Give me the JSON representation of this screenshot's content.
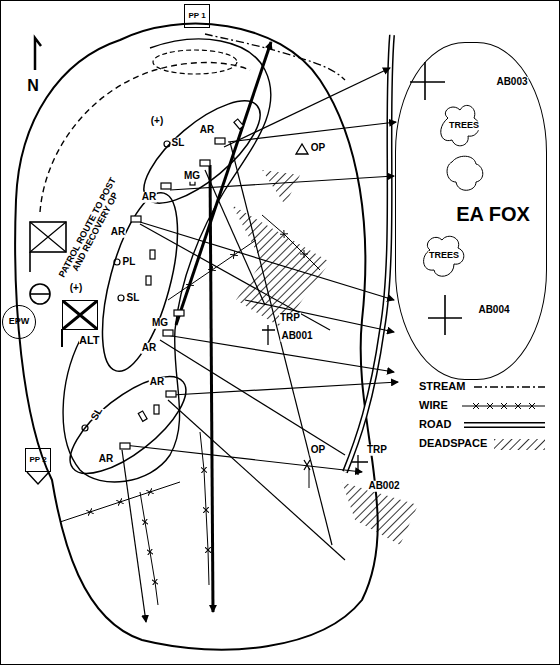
{
  "diagram": {
    "nodes": [
      {
        "text": [
          "PP 1"
        ]
      },
      {
        "text": [
          "EA FOX"
        ]
      },
      {
        "text": [
          "ALT"
        ]
      },
      {
        "text": [
          "EPW"
        ]
      },
      {
        "text": [
          "PP 2"
        ]
      }
    ],
    "labels": [
      "N",
      "PATROL ROUTE TO POST AND RECOVERY OP",
      "(+)",
      "SL",
      "AR",
      "MG",
      "AR",
      "OP",
      "AR",
      "PL",
      "(+)",
      "SL",
      "MG",
      "AR",
      "TRP",
      "AB001",
      "SL",
      "AR",
      "AR",
      "OP",
      "TRP",
      "AB002",
      "AB003",
      "TREES",
      "TREES",
      "AB004"
    ],
    "legend": [
      {
        "text": "STREAM"
      },
      {
        "text": "WIRE"
      },
      {
        "text": "ROAD"
      },
      {
        "text": "DEADSPACE"
      }
    ]
  }
}
